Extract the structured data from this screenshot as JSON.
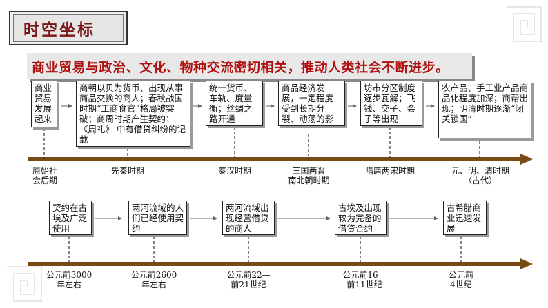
{
  "title": "时空坐标",
  "banner": "商业贸易与政治、文化、物种交流密切相关，推动人类社会不断进步。",
  "upper_boxes": [
    "商业贸易发展起来",
    "商朝以贝为货币、出现从事商品交换的商人；春秋战国时期“工商食官”格局被突破；商周时期产生契约；《周礼》 中有借贷纠纷的记载",
    "统一货币、车轨、度量衡；丝绸之路开通",
    "商品经济发展，一定程度受到长期分裂、动荡的影响",
    "坊市分区制度逐步瓦解；飞钱、交子、会子等出现",
    "农产品、手工业产品商品化程度加深；商帮出现；明清时期逐渐“闭关锁国”"
  ],
  "upper_labels": [
    "原始社\n会后期",
    "先秦时期",
    "秦汉时期",
    "三国两晋\n南北朝时期",
    "隋唐两宋时期",
    "元、明、清时期\n（古代）"
  ],
  "lower_boxes": [
    "契约在古埃及广泛使用",
    "两河流域的人们已经使用契约",
    "两河流域出现经营借贷的商人",
    "古埃及出现较为完备的借贷合约",
    "古希腊商业迅速发展"
  ],
  "lower_labels": [
    "公元前3000\n年左右",
    "公元前2600\n年左右",
    "公元前22—\n前21世纪",
    "公元前16\n—前11世纪",
    "公元前\n4世纪"
  ]
}
